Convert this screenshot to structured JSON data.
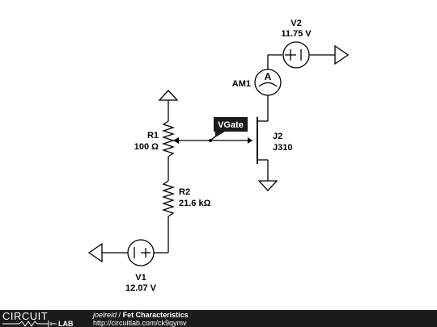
{
  "components": {
    "v2": {
      "name": "V2",
      "value": "11.75 V"
    },
    "am1": {
      "name": "AM1",
      "symbol": "A"
    },
    "r1": {
      "name": "R1",
      "value": "100 Ω"
    },
    "vgate": {
      "label": "VGate"
    },
    "j2": {
      "name": "J2",
      "value": "J310"
    },
    "r2": {
      "name": "R2",
      "value": "21.6 kΩ"
    },
    "v1": {
      "name": "V1",
      "value": "12.07 V"
    }
  },
  "footer": {
    "logo_top": "CIRCUIT",
    "logo_bottom": "LAB",
    "author": "joelreid",
    "separator": "/",
    "title": "Fet Characteristics",
    "url": "http://circuitlab.com/ck9qymv"
  }
}
